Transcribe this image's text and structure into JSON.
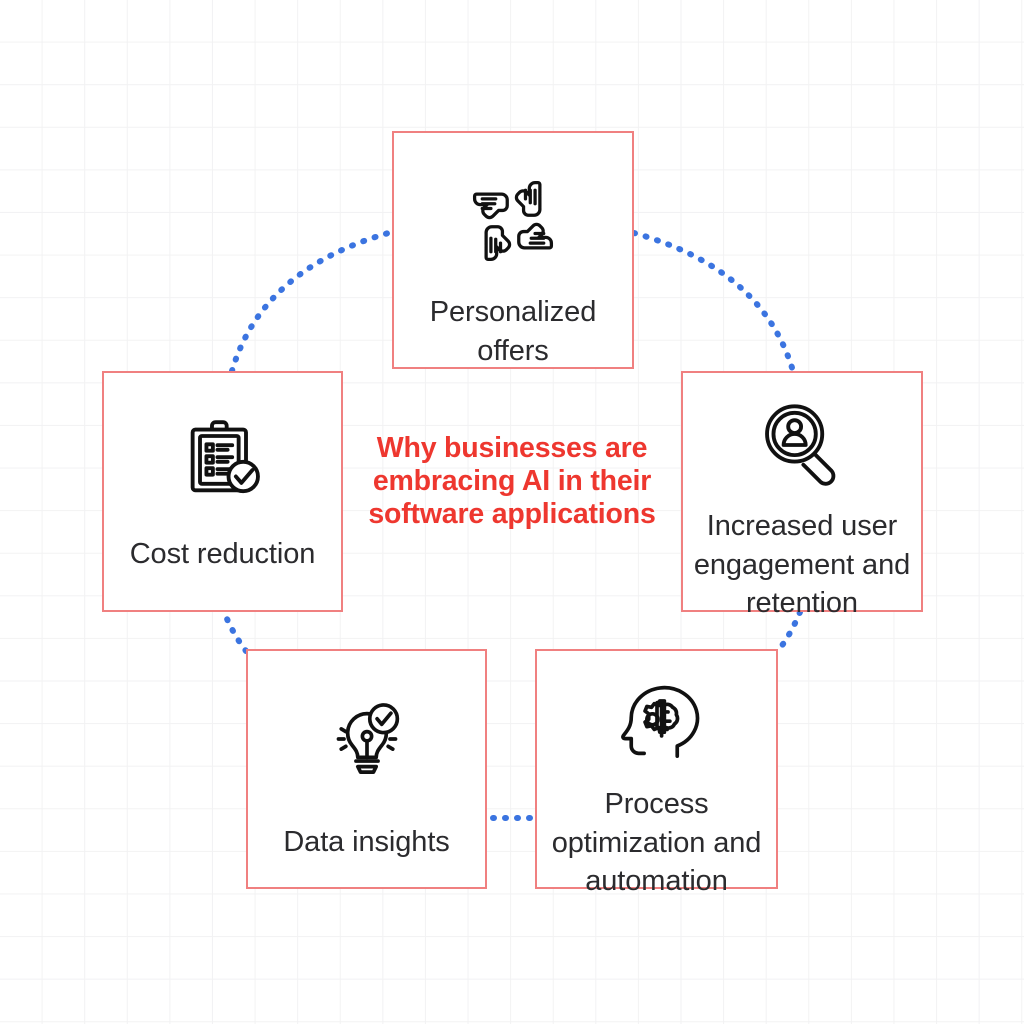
{
  "page": {
    "background_color": "#ffffff",
    "grid_line_color": "#f2f2f3",
    "card_border_color": "#f08080",
    "connector_color": "#3b74e0",
    "label_color": "#2b2b2e",
    "title_color": "#ee372f"
  },
  "center": {
    "title": "Why businesses are\nembracing AI in their\nsoftware applications"
  },
  "cards": [
    {
      "id": "personalized-offers",
      "label": "Personalized\noffers",
      "icon": "four-hands-teamwork-icon",
      "position": "top"
    },
    {
      "id": "increased-user-engagement",
      "label": "Increased user\nengagement and\nretention",
      "icon": "magnifier-person-icon",
      "position": "right"
    },
    {
      "id": "process-optimization",
      "label": "Process\noptimization and\nautomation",
      "icon": "head-brain-gear-icon",
      "position": "bottom-right"
    },
    {
      "id": "data-insights",
      "label": "Data insights",
      "icon": "lightbulb-check-icon",
      "position": "bottom-left"
    },
    {
      "id": "cost-reduction",
      "label": "Cost reduction",
      "icon": "clipboard-checklist-check-icon",
      "position": "left"
    }
  ],
  "connectors": [
    {
      "id": "cost-reduction-to-personalized-offers",
      "style": "dotted-arc"
    },
    {
      "id": "personalized-offers-to-increased-user-engagement",
      "style": "dotted-arc"
    },
    {
      "id": "increased-user-engagement-to-process-optimization",
      "style": "dotted-line"
    },
    {
      "id": "process-optimization-to-data-insights",
      "style": "dotted-line"
    },
    {
      "id": "data-insights-to-cost-reduction",
      "style": "dotted-line"
    }
  ]
}
